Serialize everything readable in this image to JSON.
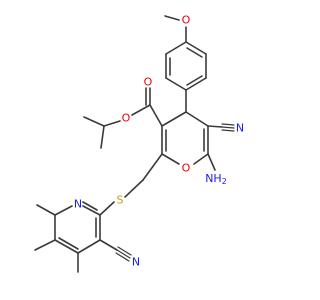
{
  "atom_labels": {
    "methoxy_o": "O",
    "ester_carbonyl_o": "O",
    "ester_o": "O",
    "pyran_o": "O",
    "amino": "NH",
    "amino_sub": "2",
    "cyano_n_top": "N",
    "cyano_n_bottom": "N",
    "pyridine_n": "N",
    "thioether_s": "S"
  },
  "colors": {
    "oxygen": "#e8000b",
    "nitrogen": "#1a1aff",
    "sulfur": "#c8a000",
    "carbon": "#3a3a3a"
  }
}
